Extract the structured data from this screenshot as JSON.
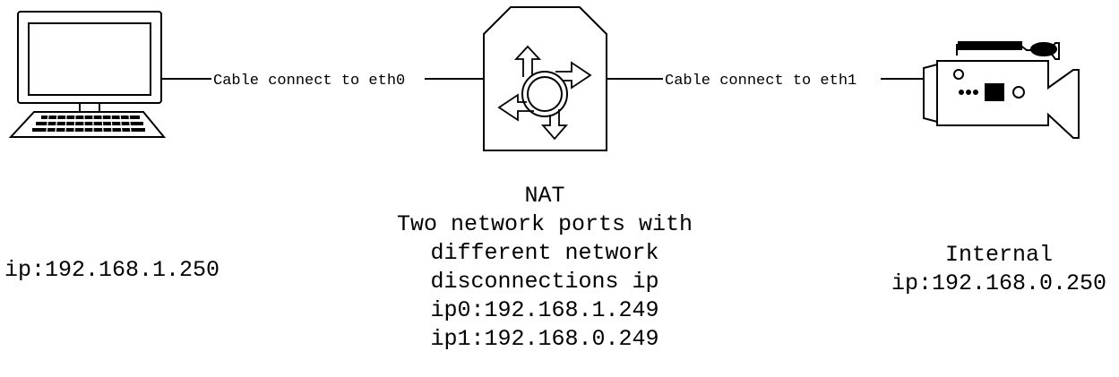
{
  "cables": {
    "left_label": "Cable connect to eth0",
    "right_label": "Cable connect to eth1"
  },
  "icons": {
    "computer": "desktop-computer-icon",
    "router": "nat-router-icon",
    "camera": "video-camera-icon"
  },
  "computer": {
    "ip_text": "ip:192.168.1.250"
  },
  "nat": {
    "lines": [
      "NAT",
      "Two network ports with",
      "different network",
      "disconnections ip",
      "ip0:192.168.1.249",
      "ip1:192.168.0.249"
    ]
  },
  "camera": {
    "lines": [
      "Internal",
      "ip:192.168.0.250"
    ]
  },
  "colors": {
    "stroke": "#000000",
    "background": "#ffffff"
  }
}
